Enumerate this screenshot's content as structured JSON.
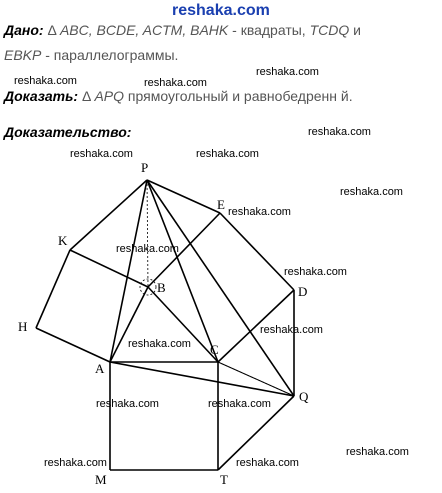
{
  "header": {
    "site": "reshaka.com"
  },
  "given": {
    "label": "Дано:",
    "delta": "Δ",
    "names": "ABC, BCDE, ACTM, BAHK",
    "rest1": " - квадраты, ",
    "names2": "TCDQ",
    "rest2": " и",
    "line2_names": "EBKP",
    "line2_rest": " - параллелограммы."
  },
  "prove": {
    "label": "Доказать:",
    "delta": "Δ",
    "names": "APQ",
    "rest": " прямоугольный и равнобедренн й."
  },
  "proof": {
    "label": "Доказательство:"
  },
  "watermark": "reshaka.com",
  "points": {
    "P": "P",
    "E": "E",
    "K": "K",
    "B": "B",
    "D": "D",
    "H": "H",
    "C": "C",
    "A": "A",
    "Q": "Q",
    "M": "M",
    "T": "T"
  }
}
